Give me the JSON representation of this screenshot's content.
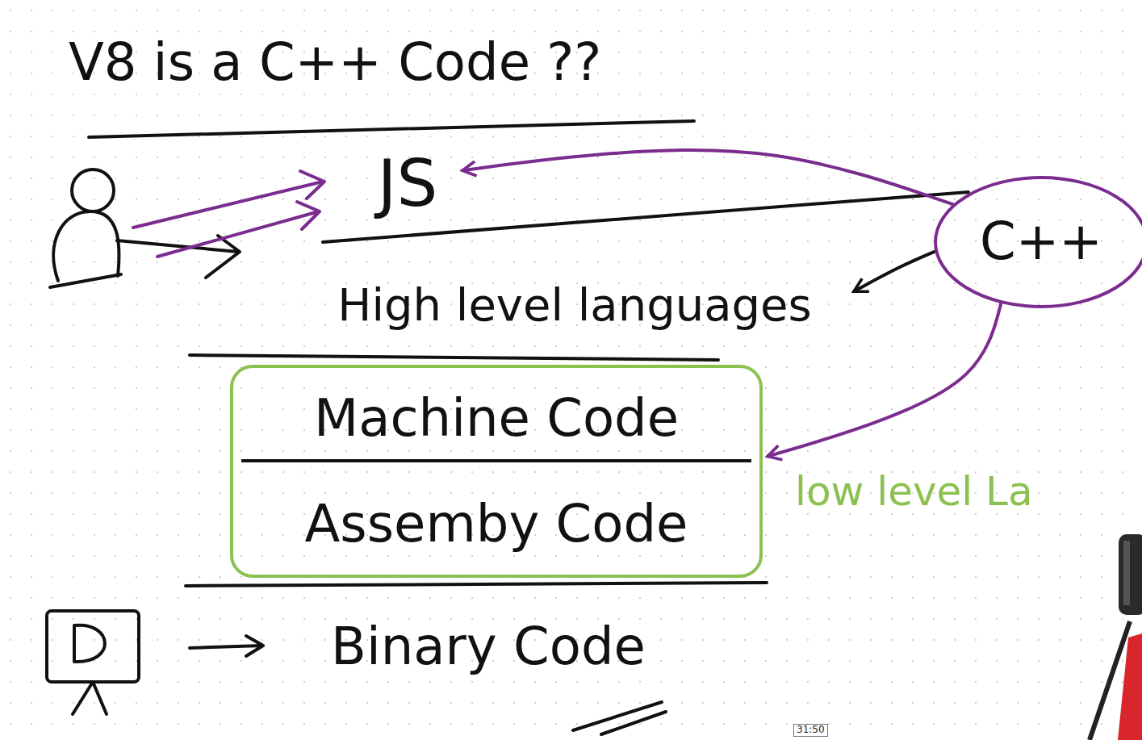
{
  "diagram": {
    "title": "V8 is a C++ Code ??",
    "nodes": [
      {
        "text": [
          "JS"
        ]
      },
      {
        "text": [
          "High level languages"
        ]
      },
      {
        "text": [
          "Machine Code",
          "Assemby Code"
        ]
      },
      {
        "text": [
          "Binary Code"
        ]
      },
      {
        "text": [
          "C++"
        ]
      }
    ],
    "edges": [
      {
        "from": 4,
        "to": 0,
        "arrow": "to"
      },
      {
        "from": 4,
        "to": 1,
        "arrow": "to"
      },
      {
        "from": 4,
        "to": 2,
        "arrow": "to"
      }
    ],
    "labels": [
      "low level La",
      "31:50"
    ]
  }
}
